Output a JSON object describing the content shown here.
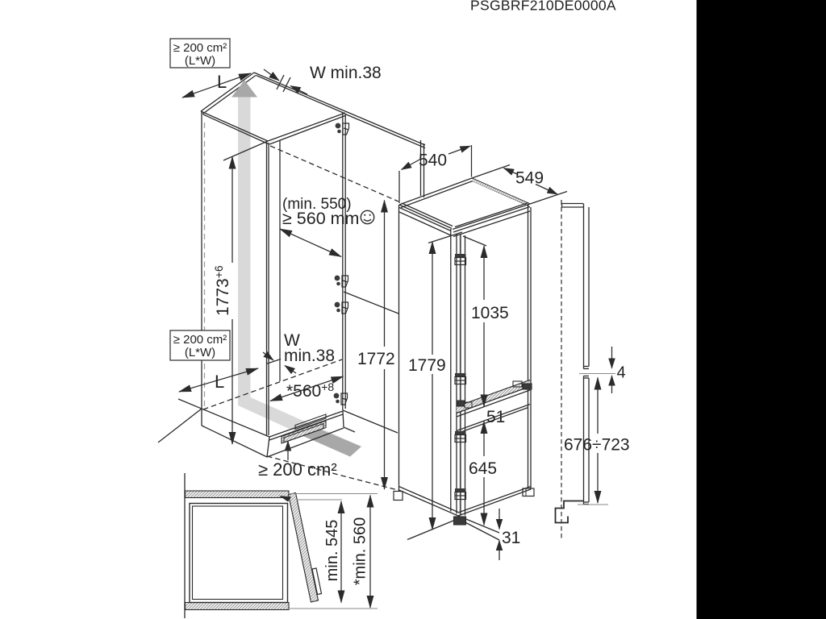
{
  "document": {
    "model_code": "PSGBRF210DE0000A",
    "type": "built-in refrigerator installation dimensions diagram"
  },
  "colors": {
    "background": "#ffffff",
    "right_mask_bar": "#000000",
    "line": "#2b2b2b",
    "airflow_light_gray": "#d9d9d9",
    "airflow_dark_gray": "#a8a8a8",
    "hidden_edge_dash_gray": "#9e9e9e"
  },
  "niche": {
    "vent_top_label_line1": "≥ 200 cm²",
    "vent_top_label_line2": "(L*W)",
    "vent_mid_label_line1": "≥ 200 cm²",
    "vent_mid_label_line2": "(L*W)",
    "vent_bottom_label": "≥ 200 cm²",
    "depth_note": "(min. 550)",
    "depth_main": "≥ 560 mm",
    "smiley": "smiley-face-icon",
    "length_top": "L",
    "length_bottom": "L",
    "wall_top_w": "W min.38",
    "wall_bottom_w_line1": "W",
    "wall_bottom_w_line2": "min.38",
    "floor_depth_main": "*560",
    "floor_depth_sup": "+8",
    "niche_height_main": "1773",
    "niche_height_sup": "+6",
    "inner_height": "1772"
  },
  "appliance": {
    "width_top": "540",
    "depth_top": "549",
    "total_height": "1779",
    "upper_door_height": "1035",
    "divider_gap": "51",
    "lower_door_height": "645",
    "bottom_clearance": "31"
  },
  "side_view": {
    "door_gap": "4",
    "lower_panel_range": "676÷723"
  },
  "plan_view": {
    "depth_min": "min. 545",
    "depth_min_star": "*min. 560"
  }
}
